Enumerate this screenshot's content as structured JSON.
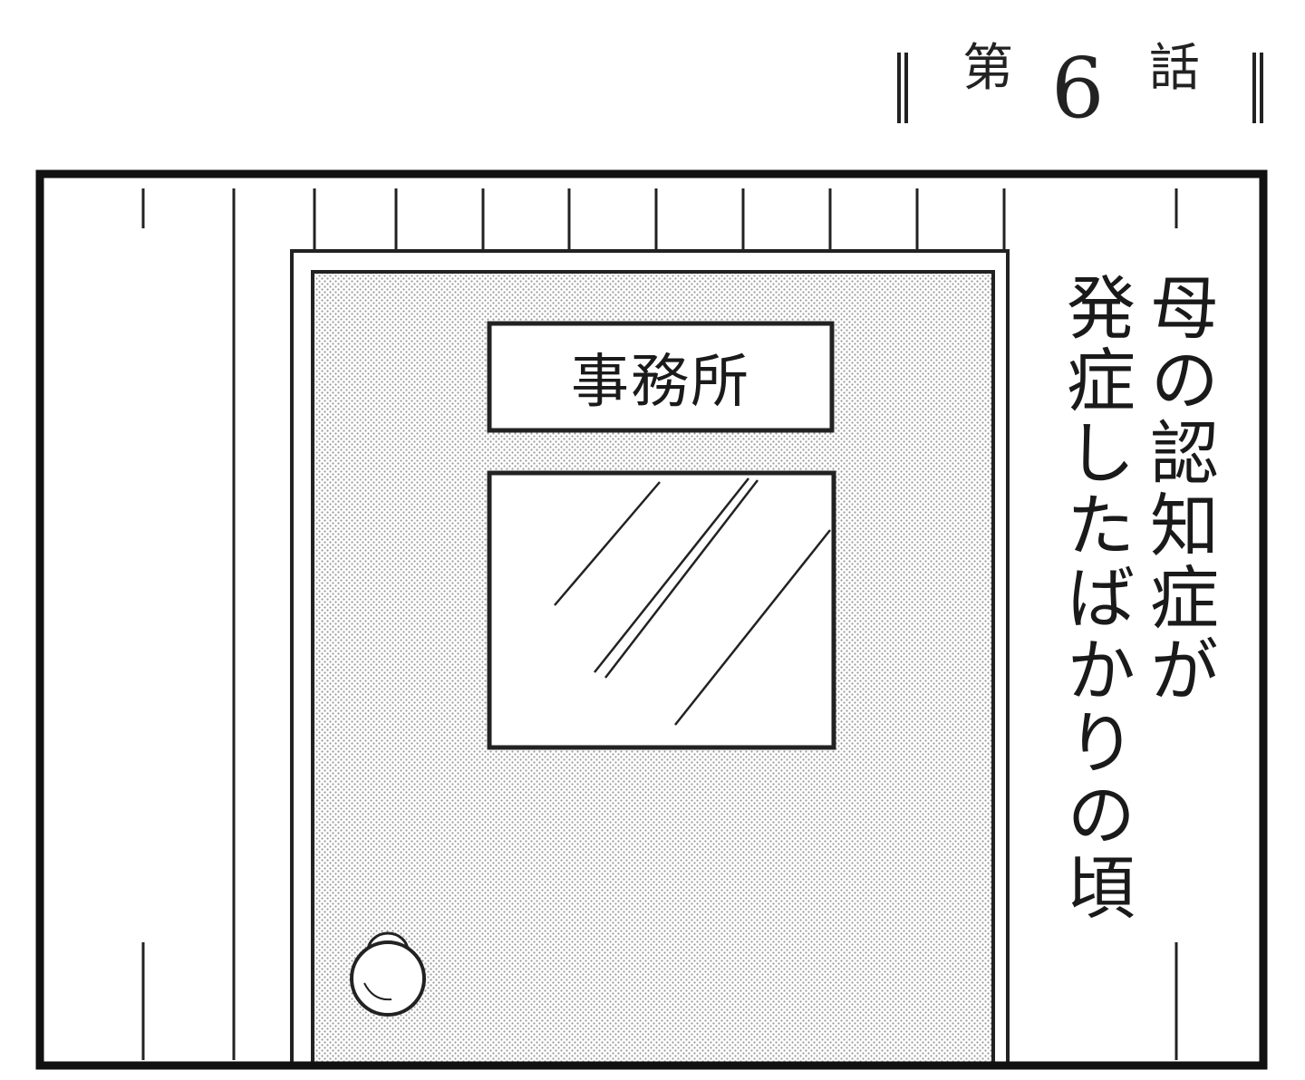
{
  "title": {
    "prefix": "第",
    "number": "6",
    "suffix": "話"
  },
  "door_sign": "事務所",
  "narration": {
    "column_1": "母の認知症が",
    "column_2": "発症したばかりの頃"
  },
  "colors": {
    "ink": "#1a1a1a",
    "paper": "#ffffff",
    "screentone": "#c8c8c8"
  }
}
